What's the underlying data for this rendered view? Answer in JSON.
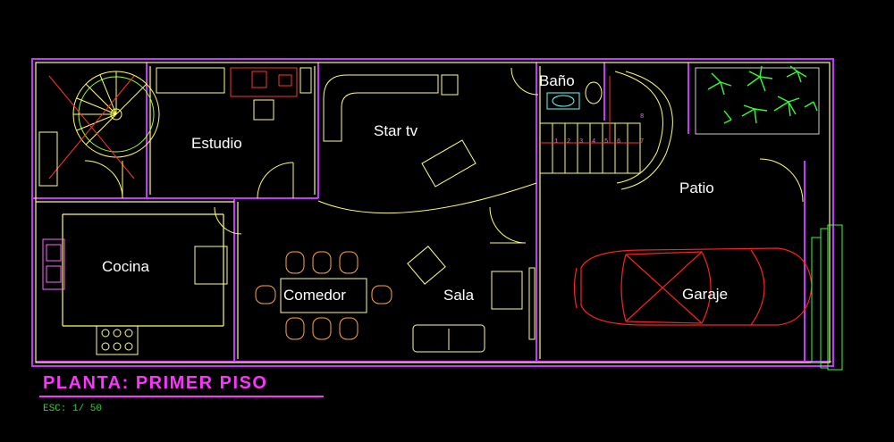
{
  "rooms": {
    "estudio": "Estudio",
    "star_tv": "Star tv",
    "bano": "Baño",
    "patio": "Patio",
    "cocina": "Cocina",
    "comedor": "Comedor",
    "sala": "Sala",
    "garaje": "Garaje"
  },
  "stair_numbers": [
    "1",
    "2",
    "3",
    "4",
    "5",
    "6",
    "7",
    "8"
  ],
  "title": "PLANTA: PRIMER  PISO",
  "scale": "ESC: 1/ 50",
  "colors": {
    "background": "#000000",
    "walls_outer": "#cc33ff",
    "walls_inner": "#ffff66",
    "furniture": "#ffff88",
    "car": "#ff2020",
    "plants": "#33ff33",
    "title": "#ff33ff",
    "scale": "#33cc33"
  }
}
